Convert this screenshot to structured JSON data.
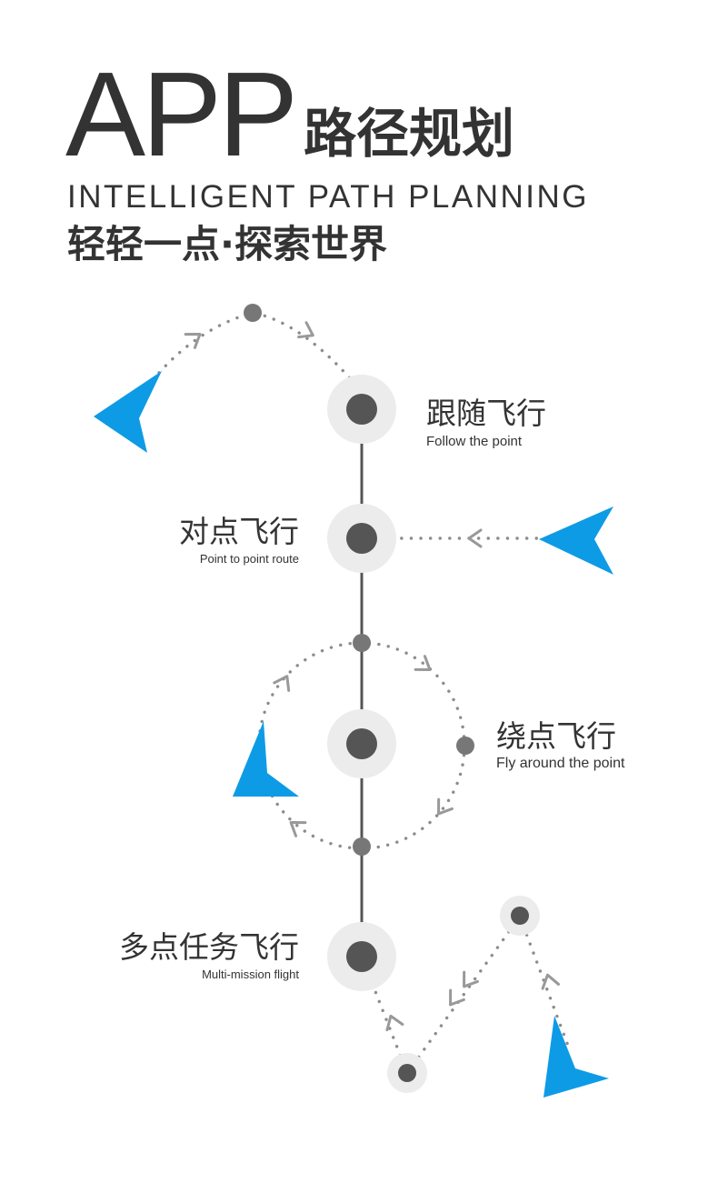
{
  "header": {
    "app_word": "APP",
    "cn_title": "路径规划",
    "en_title": "INTELLIGENT PATH PLANNING",
    "slogan": "轻轻一点·探索世界"
  },
  "modes": [
    {
      "cn": "跟随飞行",
      "en": "Follow the point"
    },
    {
      "cn": "对点飞行",
      "en": "Point to point route"
    },
    {
      "cn": "绕点飞行",
      "en": "Fly around the point"
    },
    {
      "cn": "多点任务飞行",
      "en": "Multi-mission flight"
    }
  ],
  "colors": {
    "accent_blue": "#0e9be6",
    "node_dark": "#555555",
    "node_halo": "#ececec",
    "text_dark": "#333333",
    "dots_gray": "#8c8c8c"
  },
  "icons": [
    "navigation-arrow-icon",
    "waypoint-node-icon",
    "direction-chevron-icon"
  ]
}
